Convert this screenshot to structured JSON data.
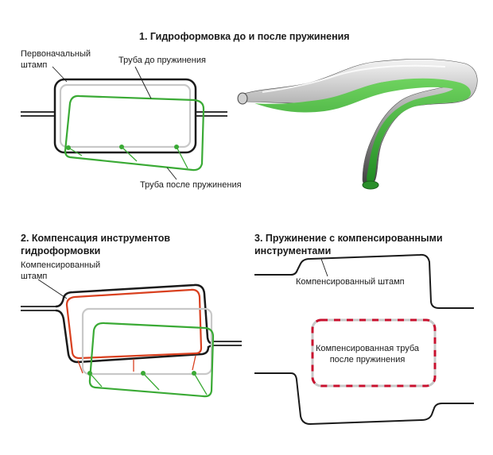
{
  "section1": {
    "title": "1. Гидроформовка до и после пружинения",
    "label_original_die_line1": "Первоначальный",
    "label_original_die_line2": "штамп",
    "label_tube_before": "Труба до пружинения",
    "label_tube_after": "Труба после пружинения"
  },
  "section2": {
    "title_line1": "2. Компенсация инструментов",
    "title_line2": "гидроформовки",
    "label_comp_die_line1": "Компенсированный",
    "label_comp_die_line2": "штамп"
  },
  "section3": {
    "title_line1": "3. Пружинение с компенсированными",
    "title_line2": "инструментами",
    "label_comp_die": "Компенсированный штамп",
    "label_comp_tube_line1": "Компенсированная труба",
    "label_comp_tube_line2": "после пружинения"
  },
  "colors": {
    "die": "#1a1a1a",
    "tube_before": "#c8c8c8",
    "tube_after": "#3aaa35",
    "compensated": "#d9401f",
    "dashed_red": "#c8102e",
    "dashed_gray": "#c8c8c8"
  }
}
